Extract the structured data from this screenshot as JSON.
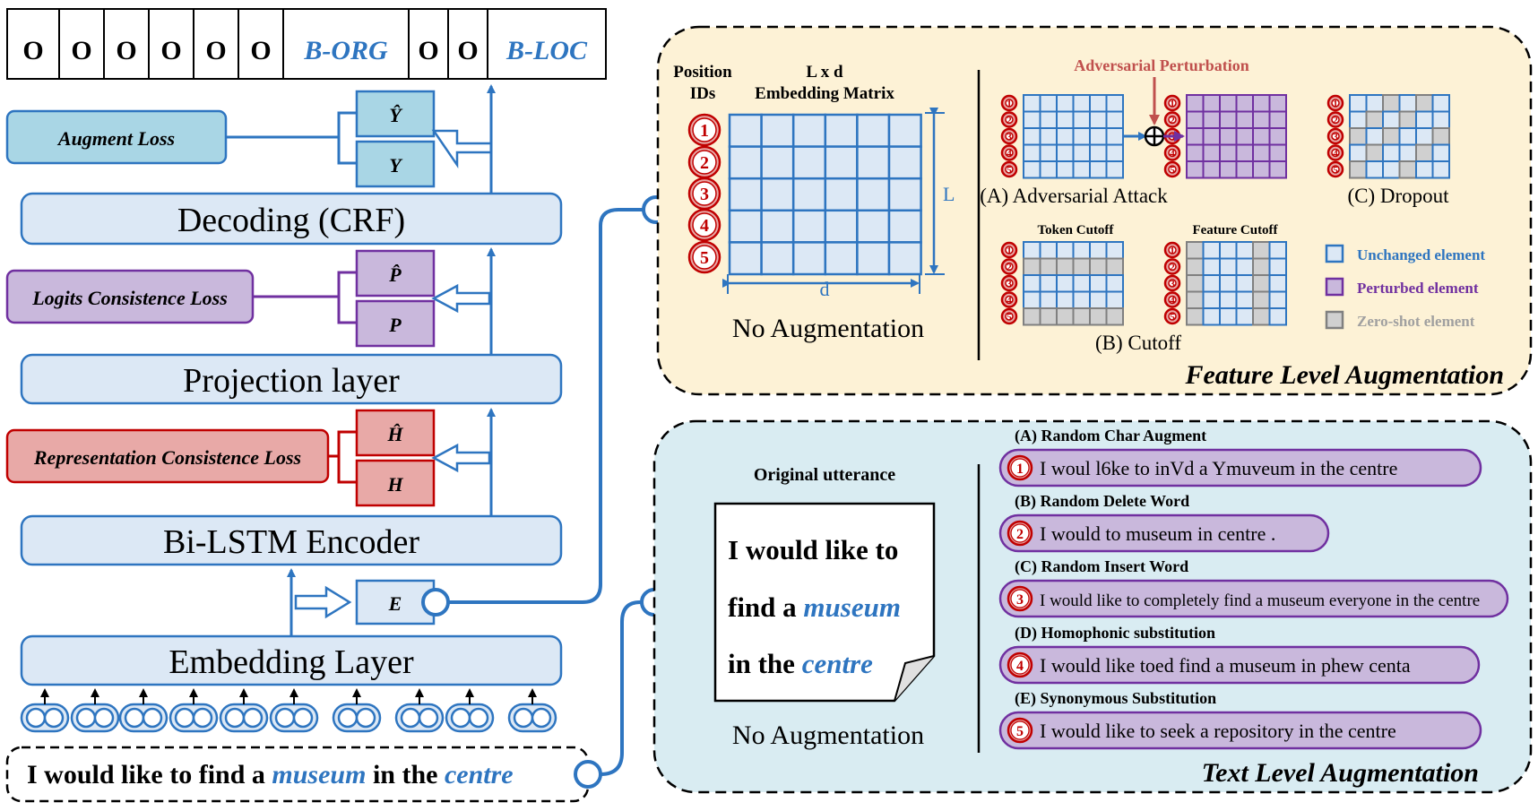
{
  "left": {
    "tags": [
      "O",
      "O",
      "O",
      "O",
      "O",
      "O",
      "B-ORG",
      "O",
      "O",
      "B-LOC"
    ],
    "losses": {
      "augment": "Augment Loss",
      "logits": "Logits Consistence Loss",
      "representation": "Representation Consistence Loss"
    },
    "small_boxes": {
      "y_hat": "Ŷ",
      "y": "Y",
      "p_hat": "P̂",
      "p": "P",
      "h_hat": "Ĥ",
      "h": "H",
      "e": "E"
    },
    "layers": {
      "decoding": "Decoding (CRF)",
      "projection": "Projection layer",
      "encoder": "Bi-LSTM Encoder",
      "embedding": "Embedding Layer"
    },
    "input_sentence": {
      "p1": "I would like to find a ",
      "museum": "museum",
      "p2": " in the ",
      "centre": "centre"
    }
  },
  "feature_panel": {
    "title": "Feature Level Augmentation",
    "position_ids_1": "Position",
    "position_ids_2": "IDs",
    "matrix_1": "L x d",
    "matrix_2": "Embedding Matrix",
    "dim_L": "L",
    "dim_d": "d",
    "no_aug": "No Augmentation",
    "adv_perturbation": "Adversarial Perturbation",
    "adv_attack": "(A) Adversarial Attack",
    "dropout": "(C) Dropout",
    "token_cutoff": "Token Cutoff",
    "feature_cutoff": "Feature Cutoff",
    "cutoff": "(B) Cutoff",
    "legend": {
      "unchanged": "Unchanged element",
      "perturbed": "Perturbed element",
      "zero": "Zero-shot element"
    },
    "ids": [
      "1",
      "2",
      "3",
      "4",
      "5"
    ]
  },
  "text_panel": {
    "title": "Text Level Augmentation",
    "orig_label": "Original utterance",
    "orig_l1": "I would like to",
    "orig_l2a": "find a ",
    "orig_l2b": "museum",
    "orig_l3a": "in the ",
    "orig_l3b": "centre",
    "no_aug": "No Augmentation",
    "items": [
      {
        "head": "(A) Random Char Augment",
        "num": "1",
        "text": "I woul l6ke to inVd a Ymuveum in the centre"
      },
      {
        "head": "(B) Random Delete Word",
        "num": "2",
        "text": "I would to museum in centre ."
      },
      {
        "head": "(C) Random Insert Word",
        "num": "3",
        "text": "I would like to completely find a museum everyone in the centre"
      },
      {
        "head": "(D) Homophonic substitution",
        "num": "4",
        "text": "I would like toed find a museum in phew centa"
      },
      {
        "head": "(E) Synonymous Substitution",
        "num": "5",
        "text": "I would like to seek a repository in the centre"
      }
    ]
  },
  "colors": {
    "blue": "#2e75c0",
    "light_blue": "#dce8f5",
    "cyan_fill": "#a9d6e5",
    "purple_fill": "#c9b8dc",
    "purple_dark": "#7030a0",
    "red_fill": "#e8a9a7",
    "red_dark": "#c00000",
    "feature_bg": "#fdf2d6",
    "text_bg": "#d9ecf2",
    "gray": "#bfbfbf"
  }
}
